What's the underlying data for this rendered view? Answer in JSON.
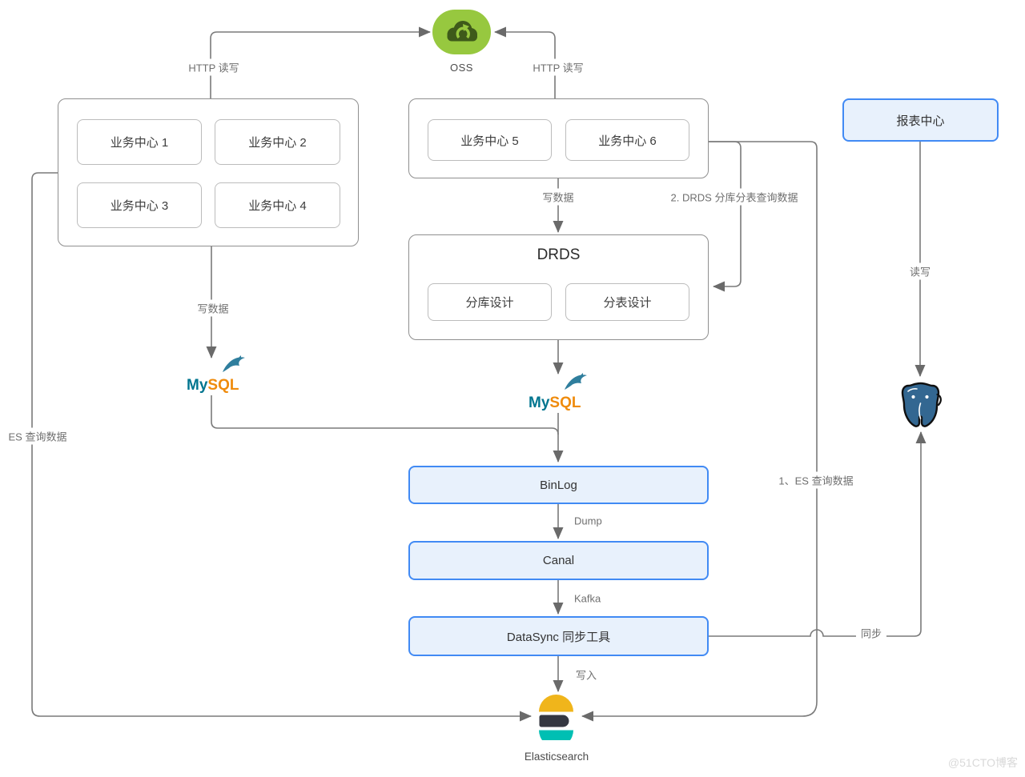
{
  "nodes": {
    "oss": "OSS",
    "business_left": [
      "业务中心 1",
      "业务中心 2",
      "业务中心 3",
      "业务中心 4"
    ],
    "business_top": [
      "业务中心 5",
      "业务中心 6"
    ],
    "report_center": "报表中心",
    "drds": {
      "title": "DRDS",
      "items": [
        "分库设计",
        "分表设计"
      ]
    },
    "mysql": {
      "my": "My",
      "sql": "SQL"
    },
    "binlog": "BinLog",
    "canal": "Canal",
    "datasync": "DataSync 同步工具",
    "elasticsearch": "Elasticsearch"
  },
  "edge_labels": {
    "http_left": "HTTP 读写",
    "http_right": "HTTP 读写",
    "write_data_top": "写数据",
    "drds_query": "2. DRDS 分库分表查询数据",
    "write_data_left": "写数据",
    "read_write": "读写",
    "es_query_left": "ES 查询数据",
    "es_query_right": "1、ES 查询数据",
    "dump": "Dump",
    "kafka": "Kafka",
    "write_in": "写入",
    "sync": "同步"
  },
  "watermark": "@51CTO博客",
  "colors": {
    "accent_blue": "#418af4",
    "blue_fill": "#e8f1fc",
    "line_gray": "#7a7a7a",
    "oss_green": "#97c83f",
    "oss_cloud_dark": "#3e5a1a",
    "mysql_teal": "#00758f",
    "mysql_orange": "#ef8b0c",
    "postgres_blue": "#336791",
    "es_yellow": "#f0b51b",
    "es_dark": "#343741",
    "es_teal": "#00bfb3"
  }
}
